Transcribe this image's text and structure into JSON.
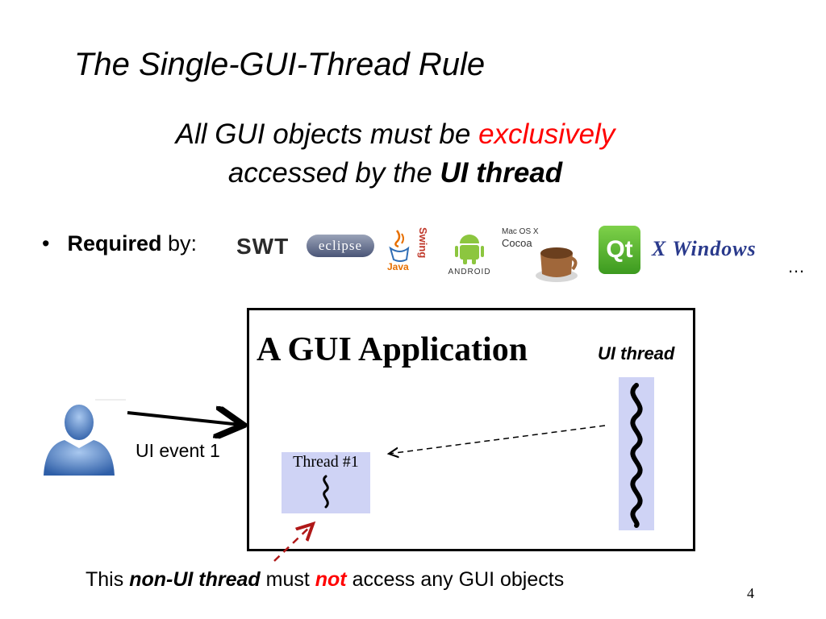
{
  "slide": {
    "title": "The Single-GUI-Thread Rule",
    "rule": {
      "line1_prefix": "All GUI objects must be ",
      "line1_emphasis": "exclusively",
      "line2_prefix": "accessed by the ",
      "line2_bold": "UI thread"
    },
    "required": {
      "bullet": "•",
      "bold": "Required",
      "rest": " by:",
      "ellipsis": "…"
    },
    "logos": {
      "swt": "SWT",
      "eclipse": "eclipse",
      "java": "Java",
      "swing": "Swing",
      "android": "ANDROID",
      "cocoa_top": "Mac OS X",
      "cocoa_bottom": "Cocoa",
      "qt": "Qt",
      "xwindows": "X Windows"
    },
    "diagram": {
      "app_title": "A GUI Application",
      "ui_thread_label": "UI thread",
      "thread1_label": "Thread #1",
      "ui_event_label": "UI event 1"
    },
    "bottom_note": {
      "part1": "This ",
      "part2": "non-UI thread",
      "part3": " must ",
      "part4": "not",
      "part5": " access any GUI objects"
    },
    "page_number": "4"
  },
  "colors": {
    "emphasis_red": "#ff0000",
    "thread_bg": "#cfd3f5",
    "arrow_dark_red": "#b01818"
  }
}
